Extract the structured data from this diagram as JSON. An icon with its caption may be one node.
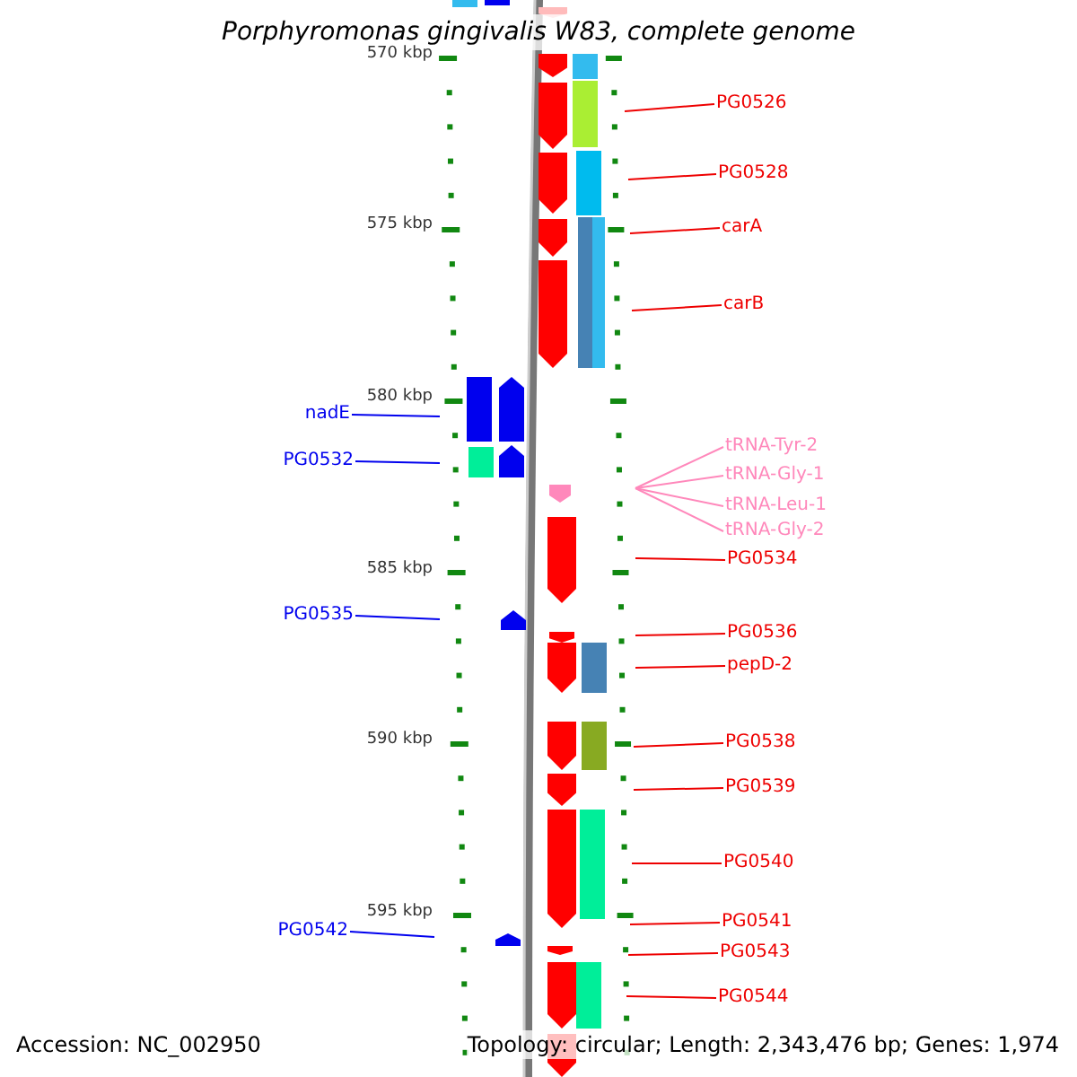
{
  "diagram": {
    "title": "Porphyromonas gingivalis W83, complete genome",
    "nodes": [
      {
        "text": [
          "PG0526"
        ]
      },
      {
        "text": [
          "PG0528"
        ]
      },
      {
        "text": [
          "carA"
        ]
      },
      {
        "text": [
          "carB"
        ]
      },
      {
        "text": [
          "nadE"
        ]
      },
      {
        "text": [
          "tRNA-Tyr-2"
        ]
      },
      {
        "text": [
          "PG0532"
        ]
      },
      {
        "text": [
          "tRNA-Gly-1"
        ]
      },
      {
        "text": [
          "tRNA-Leu-1"
        ]
      },
      {
        "text": [
          "tRNA-Gly-2"
        ]
      },
      {
        "text": [
          "PG0534"
        ]
      },
      {
        "text": [
          "PG0535"
        ]
      },
      {
        "text": [
          "PG0536"
        ]
      },
      {
        "text": [
          "pepD-2"
        ]
      },
      {
        "text": [
          "PG0538"
        ]
      },
      {
        "text": [
          "PG0539"
        ]
      },
      {
        "text": [
          "PG0540"
        ]
      },
      {
        "text": [
          "PG0541"
        ]
      },
      {
        "text": [
          "PG0542"
        ]
      },
      {
        "text": [
          "PG0543"
        ]
      },
      {
        "text": [
          "PG0544"
        ]
      }
    ],
    "edges": [
      {
        "from": 0,
        "to": null,
        "arrow": "none"
      },
      {
        "from": 1,
        "to": null,
        "arrow": "none"
      },
      {
        "from": 2,
        "to": null,
        "arrow": "none"
      },
      {
        "from": 3,
        "to": null,
        "arrow": "none"
      },
      {
        "from": 4,
        "to": null,
        "arrow": "none",
        "color": "#0000ee"
      },
      {
        "from": 5,
        "to": null,
        "arrow": "none",
        "color": "#ff88bb"
      },
      {
        "from": 6,
        "to": null,
        "arrow": "none",
        "color": "#0000ee"
      },
      {
        "from": 7,
        "to": null,
        "arrow": "none",
        "color": "#ff88bb"
      },
      {
        "from": 8,
        "to": null,
        "arrow": "none",
        "color": "#ff88bb"
      },
      {
        "from": 9,
        "to": null,
        "arrow": "none",
        "color": "#ff88bb"
      },
      {
        "from": 10,
        "to": null,
        "arrow": "none"
      },
      {
        "from": 11,
        "to": null,
        "arrow": "none",
        "color": "#0000ee"
      },
      {
        "from": 12,
        "to": null,
        "arrow": "none"
      },
      {
        "from": 13,
        "to": null,
        "arrow": "none"
      },
      {
        "from": 14,
        "to": null,
        "arrow": "none"
      },
      {
        "from": 15,
        "to": null,
        "arrow": "none"
      },
      {
        "from": 16,
        "to": null,
        "arrow": "none"
      },
      {
        "from": 17,
        "to": null,
        "arrow": "none"
      },
      {
        "from": 18,
        "to": null,
        "arrow": "none",
        "color": "#0000ee"
      },
      {
        "from": 19,
        "to": null,
        "arrow": "none"
      },
      {
        "from": 20,
        "to": null,
        "arrow": "none"
      }
    ],
    "labels": [
      "570 kbp",
      "575 kbp",
      "580 kbp",
      "585 kbp",
      "590 kbp",
      "595 kbp",
      "Accession: NC_002950",
      "Topology: circular; Length: 2,343,476 bp; Genes: 1,974"
    ]
  }
}
